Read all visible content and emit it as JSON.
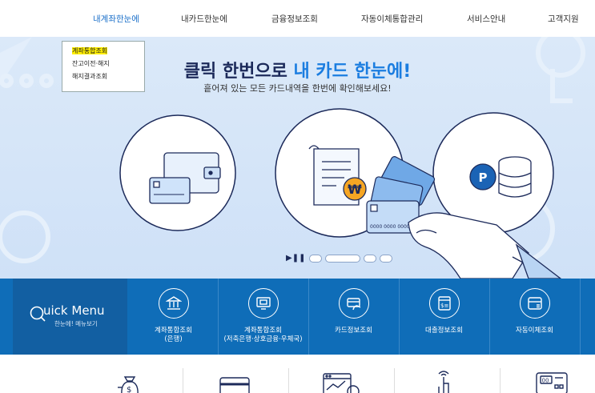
{
  "nav": {
    "items": [
      "내계좌한눈에",
      "내카드한눈에",
      "금융정보조회",
      "자동이체통합관리",
      "서비스안내",
      "고객지원"
    ],
    "active_index": 0
  },
  "dropdown": {
    "items": [
      "계좌통합조회",
      "잔고이전·해지",
      "해지결과조회"
    ],
    "highlighted_index": 0
  },
  "hero": {
    "title_lead": "클릭 한번으로 ",
    "title_accent": "내 카드 한눈에!",
    "subtitle": "흩어져 있는 모든 카드내역을 한번에 확인해보세요!",
    "card_number": "0000 0000 0000",
    "currency_symbol": "₩",
    "point_symbol": "P"
  },
  "slider": {
    "play_symbol": "▶❚❚",
    "slide_count": 4,
    "active_slide": 1
  },
  "quick_menu": {
    "title": "uick Menu",
    "subtitle": "한눈에! 메뉴보기",
    "items": [
      {
        "label": "계좌통합조회\n(은행)",
        "icon": "bank-icon"
      },
      {
        "label": "계좌통합조회\n(저축은행·상호금융·우체국)",
        "icon": "monitor-account-icon"
      },
      {
        "label": "카드정보조회",
        "icon": "card-hand-icon"
      },
      {
        "label": "대출정보조회",
        "icon": "loan-calculator-icon"
      },
      {
        "label": "자동이체조회",
        "icon": "auto-transfer-icon"
      }
    ]
  },
  "bottom_icons": [
    "money-bag-icon",
    "card-icon",
    "chart-window-icon",
    "touch-icon",
    "atm-icon"
  ],
  "colors": {
    "accent": "#1b7de0",
    "quick_bar": "#0f6db8",
    "nav_active": "#1a6fc9",
    "highlight": "#ffee00"
  }
}
